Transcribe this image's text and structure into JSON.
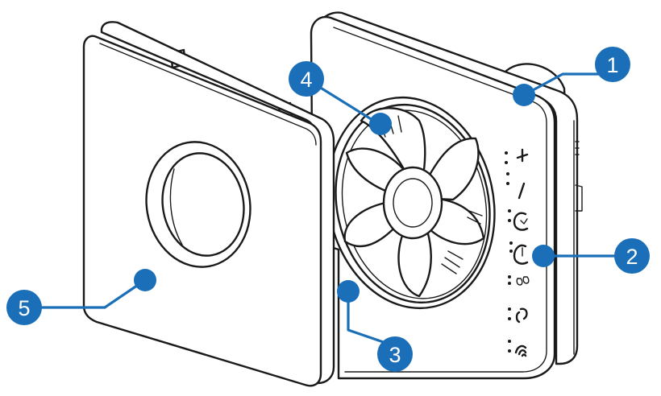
{
  "colors": {
    "callout": "#1a6fb8",
    "line": "#1a1a1a",
    "background": "#ffffff"
  },
  "callouts": [
    {
      "id": "1",
      "label": "1"
    },
    {
      "id": "2",
      "label": "2"
    },
    {
      "id": "3",
      "label": "3"
    },
    {
      "id": "4",
      "label": "4"
    },
    {
      "id": "5",
      "label": "5"
    }
  ],
  "control_panel": {
    "icons": [
      "plus-icon",
      "slash-icon",
      "timer-icon",
      "power-icon",
      "humidity-icon",
      "cycle-icon",
      "sound-icon"
    ]
  }
}
